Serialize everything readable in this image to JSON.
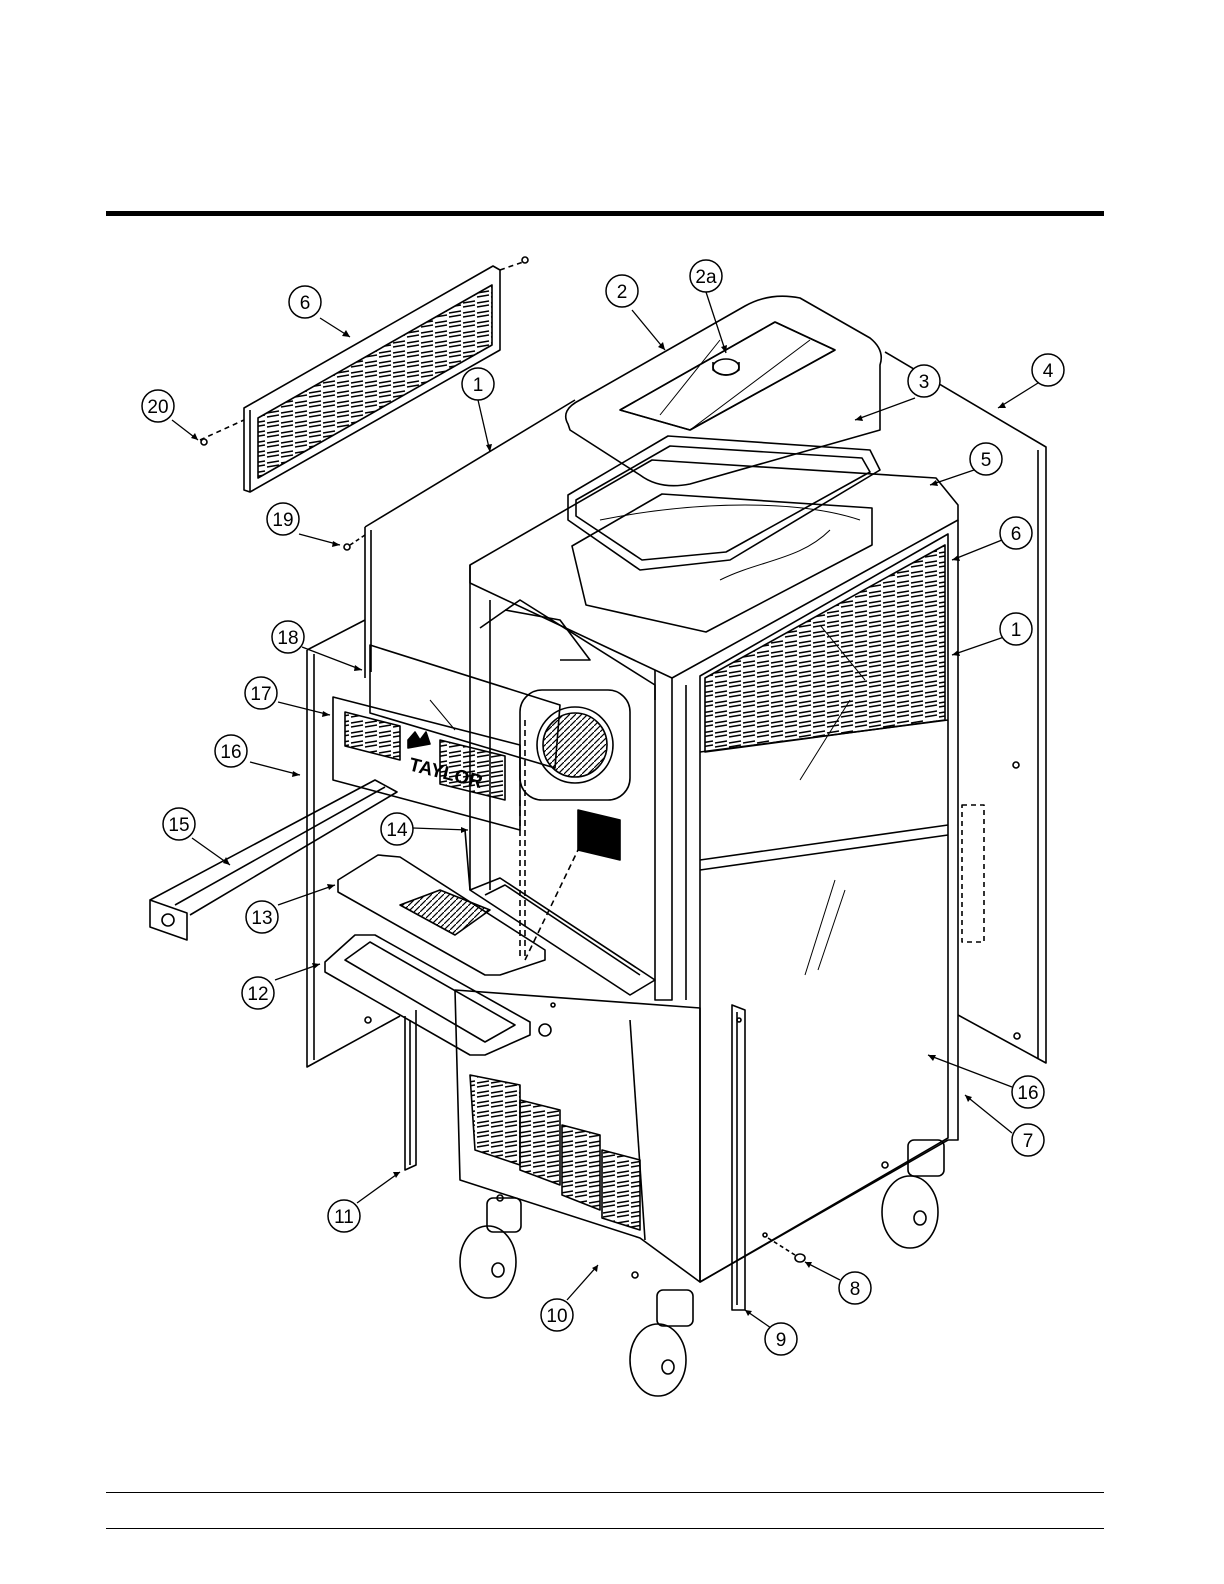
{
  "callouts": [
    {
      "id": "c6a",
      "label": "6"
    },
    {
      "id": "c2",
      "label": "2"
    },
    {
      "id": "c2a",
      "label": "2a"
    },
    {
      "id": "c1a",
      "label": "1"
    },
    {
      "id": "c20",
      "label": "20"
    },
    {
      "id": "c3",
      "label": "3"
    },
    {
      "id": "c4",
      "label": "4"
    },
    {
      "id": "c5",
      "label": "5"
    },
    {
      "id": "c19",
      "label": "19"
    },
    {
      "id": "c6b",
      "label": "6"
    },
    {
      "id": "c1b",
      "label": "1"
    },
    {
      "id": "c18",
      "label": "18"
    },
    {
      "id": "c17",
      "label": "17"
    },
    {
      "id": "c16a",
      "label": "16"
    },
    {
      "id": "c15",
      "label": "15"
    },
    {
      "id": "c14",
      "label": "14"
    },
    {
      "id": "c13",
      "label": "13"
    },
    {
      "id": "c12",
      "label": "12"
    },
    {
      "id": "c16b",
      "label": "16"
    },
    {
      "id": "c7",
      "label": "7"
    },
    {
      "id": "c11",
      "label": "11"
    },
    {
      "id": "c8",
      "label": "8"
    },
    {
      "id": "c10",
      "label": "10"
    },
    {
      "id": "c9",
      "label": "9"
    }
  ],
  "brand": "TAYLOR"
}
